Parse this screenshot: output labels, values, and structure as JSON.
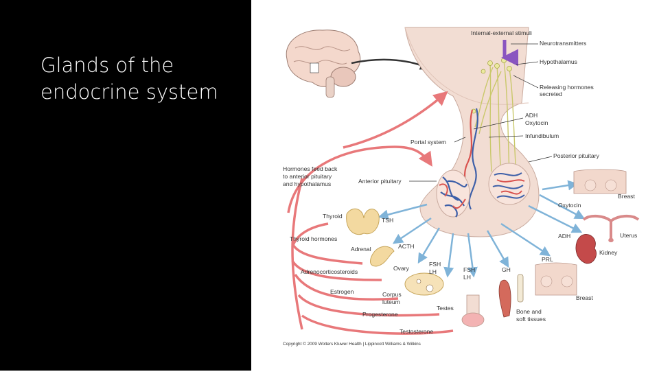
{
  "slide": {
    "title": "Glands of the endocrine system"
  },
  "diagram": {
    "labels": {
      "stimuli": "Internal-external stimuli",
      "neurotransmitters": "Neurotransmitters",
      "hypothalamus": "Hypothalamus",
      "releasing_line1": "Releasing hormones",
      "releasing_line2": "secreted",
      "adh_top": "ADH",
      "oxytocin_top": "Oxytocin",
      "infundibulum": "Infundibulum",
      "portal_system": "Portal system",
      "posterior_pituitary": "Posterior pituitary",
      "feedback_line1": "Hormones feed back",
      "feedback_line2": "to anterior pituitary",
      "feedback_line3": "and hypothalamus",
      "anterior_pituitary": "Anterior pituitary",
      "thyroid": "Thyroid",
      "tsh": "TSH",
      "thyroid_hormones": "Thyroid hormones",
      "adrenal": "Adrenal",
      "acth": "ACTH",
      "ovary": "Ovary",
      "fsh_lh_1a": "FSH",
      "fsh_lh_1b": "LH",
      "fsh_lh_2a": "FSH",
      "fsh_lh_2b": "LH",
      "gh": "GH",
      "adrenocorticosteroids": "Adrenocorticosteroids",
      "estrogen": "Estrogen",
      "corpus_line1": "Corpus",
      "corpus_line2": "luteum",
      "testes": "Testes",
      "progesterone": "Progesterone",
      "testosterone": "Testosterone",
      "bone_line1": "Bone and",
      "bone_line2": "soft tissues",
      "breast_top": "Breast",
      "oxytocin_right": "Oxytocin",
      "uterus": "Uterus",
      "adh_right": "ADH",
      "kidney": "Kidney",
      "prl": "PRL",
      "breast_bottom": "Breast"
    },
    "copyright": "Copyright © 2009 Wolters Kluwer Health | Lippincott Williams & Wilkins",
    "colors": {
      "feedback_arrow": "#e8787a",
      "hormone_arrow": "#7fb3d8",
      "stimulus_arrow": "#8a55c0",
      "artery": "#d9534f",
      "vein": "#3d5fa8",
      "neuron": "#c9c86a",
      "tissue": "#f2ddd3",
      "gland": "#f3d9a0"
    }
  }
}
